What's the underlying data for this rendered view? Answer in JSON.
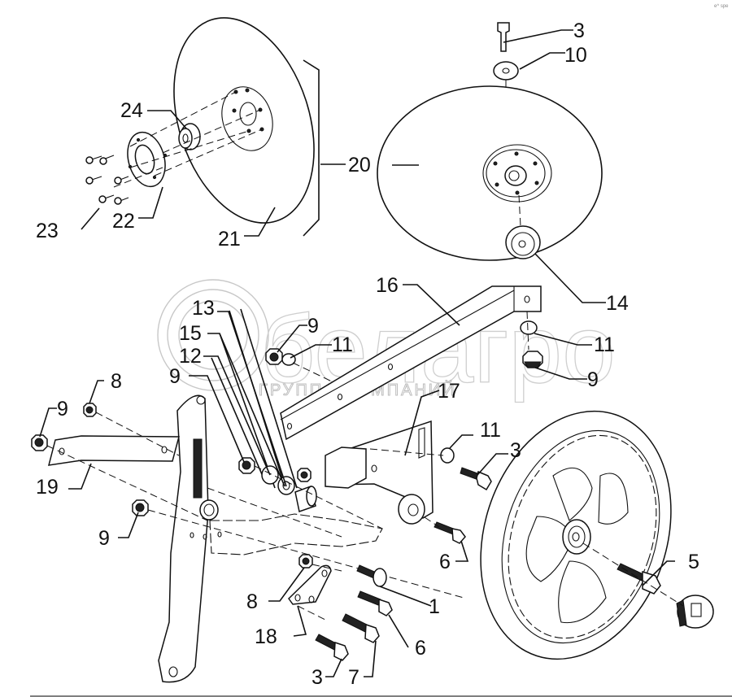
{
  "watermark": {
    "brand": "белагро",
    "subtitle": "ГРУППА КОМПАНИЙ"
  },
  "corner_mark": "e^ spe",
  "callouts": [
    {
      "id": "c3a",
      "label": "3"
    },
    {
      "id": "c10",
      "label": "10"
    },
    {
      "id": "c24",
      "label": "24"
    },
    {
      "id": "c20",
      "label": "20"
    },
    {
      "id": "c23",
      "label": "23"
    },
    {
      "id": "c22",
      "label": "22"
    },
    {
      "id": "c21",
      "label": "21"
    },
    {
      "id": "c14",
      "label": "14"
    },
    {
      "id": "c16",
      "label": "16"
    },
    {
      "id": "c13",
      "label": "13"
    },
    {
      "id": "c9a",
      "label": "9"
    },
    {
      "id": "c11a",
      "label": "11"
    },
    {
      "id": "c15",
      "label": "15"
    },
    {
      "id": "c12",
      "label": "12"
    },
    {
      "id": "c11b",
      "label": "11"
    },
    {
      "id": "c9b",
      "label": "9"
    },
    {
      "id": "c9c",
      "label": "9"
    },
    {
      "id": "c8a",
      "label": "8"
    },
    {
      "id": "c9d",
      "label": "9"
    },
    {
      "id": "c17",
      "label": "17"
    },
    {
      "id": "c19",
      "label": "19"
    },
    {
      "id": "c11c",
      "label": "11"
    },
    {
      "id": "c3b",
      "label": "3"
    },
    {
      "id": "c9e",
      "label": "9"
    },
    {
      "id": "c6a",
      "label": "6"
    },
    {
      "id": "c5",
      "label": "5"
    },
    {
      "id": "c8b",
      "label": "8"
    },
    {
      "id": "c1",
      "label": "1"
    },
    {
      "id": "c18",
      "label": "18"
    },
    {
      "id": "c6b",
      "label": "6"
    },
    {
      "id": "c3c",
      "label": "3"
    },
    {
      "id": "c7",
      "label": "7"
    }
  ]
}
